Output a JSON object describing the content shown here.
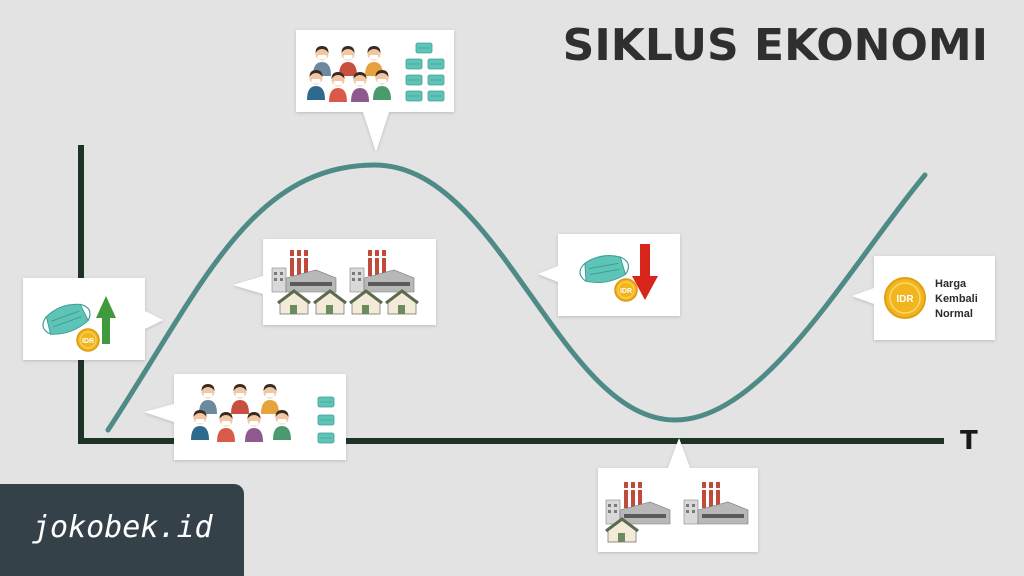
{
  "title": "SIKLUS EKONOMI",
  "axis_label": "T",
  "normal_price_note": {
    "coin_text": "IDR",
    "line1": "Harga",
    "line2": "Kembali",
    "line3": "Normal"
  },
  "coin_text": "IDR",
  "watermark": "jokobek.id",
  "colors": {
    "curve": "#4e8a86",
    "axis": "#1f3325",
    "mask": "#5fc4b8",
    "arrow_up": "#3e9a3c",
    "arrow_down": "#d8251c",
    "coin": "#f2b51d"
  }
}
